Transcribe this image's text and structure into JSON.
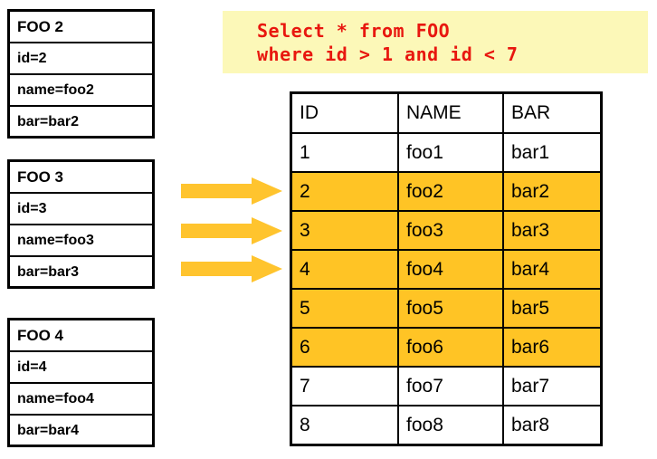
{
  "entity_boxes": [
    {
      "name": "entity-box-foo-2",
      "title": "FOO 2",
      "fields": [
        "id=2",
        "name=foo2",
        "bar=bar2"
      ]
    },
    {
      "name": "entity-box-foo-3",
      "title": "FOO 3",
      "fields": [
        "id=3",
        "name=foo3",
        "bar=bar3"
      ]
    },
    {
      "name": "entity-box-foo-4",
      "title": "FOO 4",
      "fields": [
        "id=4",
        "name=foo4",
        "bar=bar4"
      ]
    }
  ],
  "arrows": [
    {
      "name": "flow-arrow-1",
      "icon": "arrow-right-icon"
    },
    {
      "name": "flow-arrow-2",
      "icon": "arrow-right-icon"
    },
    {
      "name": "flow-arrow-3",
      "icon": "arrow-right-icon"
    }
  ],
  "sql": {
    "line1": "Select * from FOO",
    "line2": "where id > 1 and id < 7",
    "text_color": "#e8170f",
    "background_color": "#fcf8b8"
  },
  "result_table": {
    "columns": [
      "ID",
      "NAME",
      "BAR"
    ],
    "rows": [
      {
        "id": "1",
        "name": "foo1",
        "bar": "bar1",
        "highlighted": false
      },
      {
        "id": "2",
        "name": "foo2",
        "bar": "bar2",
        "highlighted": true
      },
      {
        "id": "3",
        "name": "foo3",
        "bar": "bar3",
        "highlighted": true
      },
      {
        "id": "4",
        "name": "foo4",
        "bar": "bar4",
        "highlighted": true
      },
      {
        "id": "5",
        "name": "foo5",
        "bar": "bar5",
        "highlighted": true
      },
      {
        "id": "6",
        "name": "foo6",
        "bar": "bar6",
        "highlighted": true
      },
      {
        "id": "7",
        "name": "foo7",
        "bar": "bar7",
        "highlighted": false
      },
      {
        "id": "8",
        "name": "foo8",
        "bar": "bar8",
        "highlighted": false
      }
    ],
    "highlight_color": "#ffc425"
  },
  "colors": {
    "arrow": "#ffc42e",
    "border": "#000000",
    "page_background": "#ffffff"
  }
}
